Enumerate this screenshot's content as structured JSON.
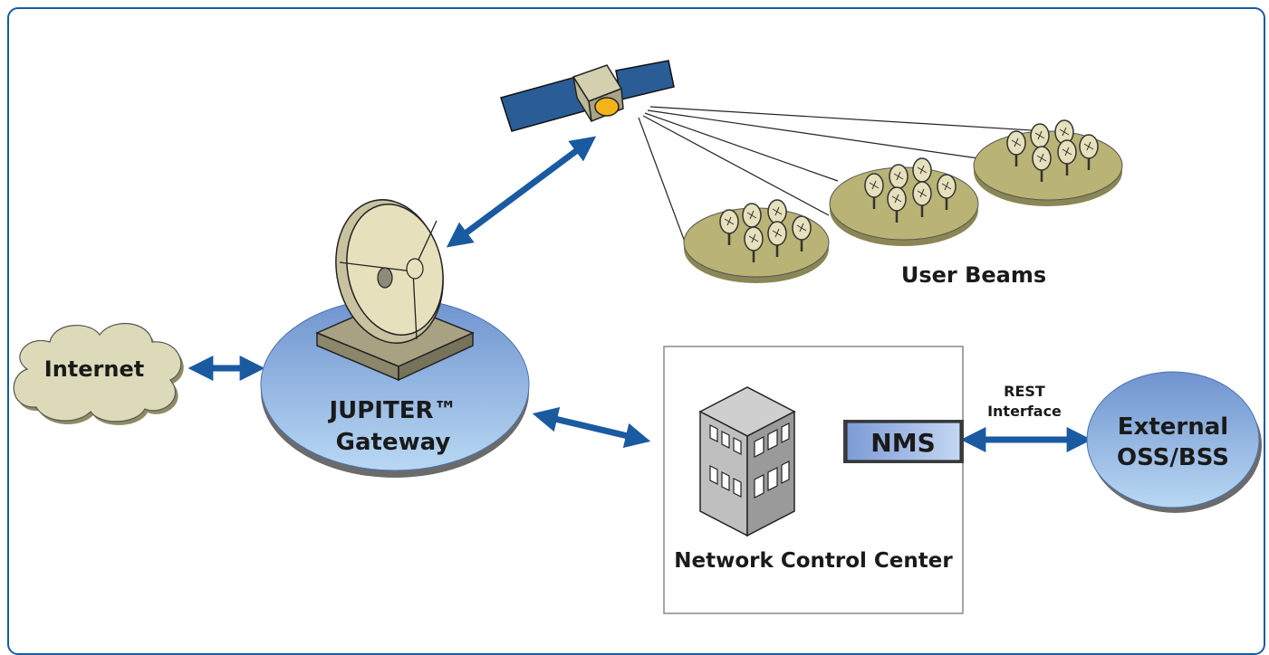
{
  "labels": {
    "internet": "Internet",
    "gateway_line1": "JUPITER™",
    "gateway_line2": "Gateway",
    "user_beams": "User Beams",
    "nms": "NMS",
    "ncc": "Network Control Center",
    "rest_line1": "REST",
    "rest_line2": "Interface",
    "oss_line1": "External",
    "oss_line2": "OSS/BSS"
  },
  "colors": {
    "frame": "#1a5aa0",
    "arrow": "#1a5aa0",
    "beam_platform": "#b9b375",
    "dish": "#e6e0bc",
    "satellite_panel": "#2a5d96",
    "cloud": "#dcdab8",
    "node_blue": "#86ace2"
  }
}
